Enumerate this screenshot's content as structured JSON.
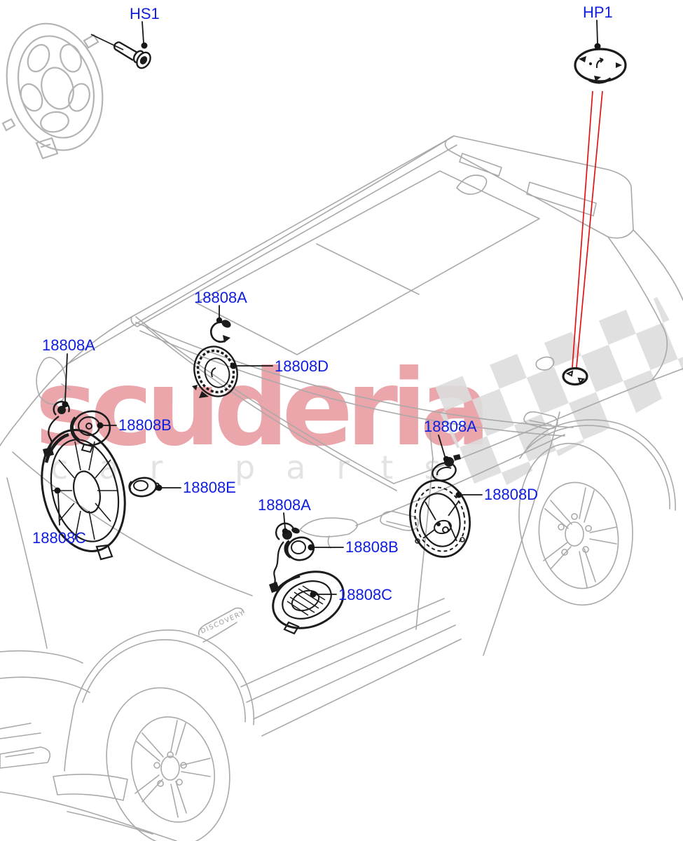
{
  "watermark": {
    "brand": "scuderia",
    "tagline": "car parts"
  },
  "vehicle": {
    "badge": "DISCOVERY"
  },
  "callouts": {
    "hs1": {
      "label": "HS1"
    },
    "hp1": {
      "label": "HP1"
    },
    "a_top": {
      "label": "18808A"
    },
    "d_top": {
      "label": "18808D"
    },
    "a_left": {
      "label": "18808A"
    },
    "b_left": {
      "label": "18808B"
    },
    "e_mid": {
      "label": "18808E"
    },
    "c_left": {
      "label": "18808C"
    },
    "a_mid": {
      "label": "18808A"
    },
    "b_mid": {
      "label": "18808B"
    },
    "c_mid": {
      "label": "18808C"
    },
    "a_right": {
      "label": "18808A"
    },
    "d_right": {
      "label": "18808D"
    }
  },
  "colors": {
    "label_blue": "#0f1de0",
    "leader_black": "#161616",
    "locator_red": "#e01414",
    "car_gray": "#a9a9a9",
    "part_black": "#1c1c1c",
    "checker_gray": "#dcdcdc",
    "brand_pink": "#eba6ac",
    "tagline_gray": "#e3e3e3"
  }
}
